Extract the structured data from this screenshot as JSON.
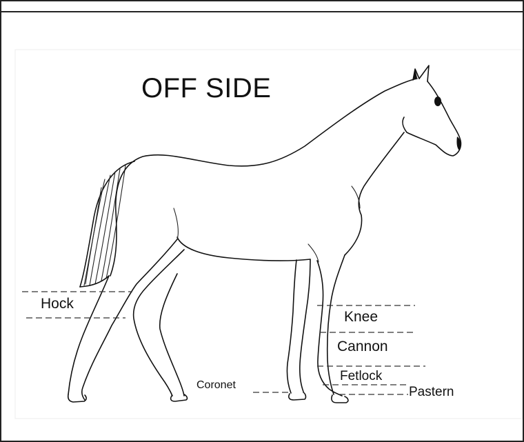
{
  "diagram": {
    "title": "OFF SIDE",
    "labels": {
      "hock": "Hock",
      "knee": "Knee",
      "cannon": "Cannon",
      "fetlock": "Fetlock",
      "pastern": "Pastern",
      "coronet": "Coronet"
    },
    "line_color": "#111111",
    "background": "#ffffff"
  }
}
